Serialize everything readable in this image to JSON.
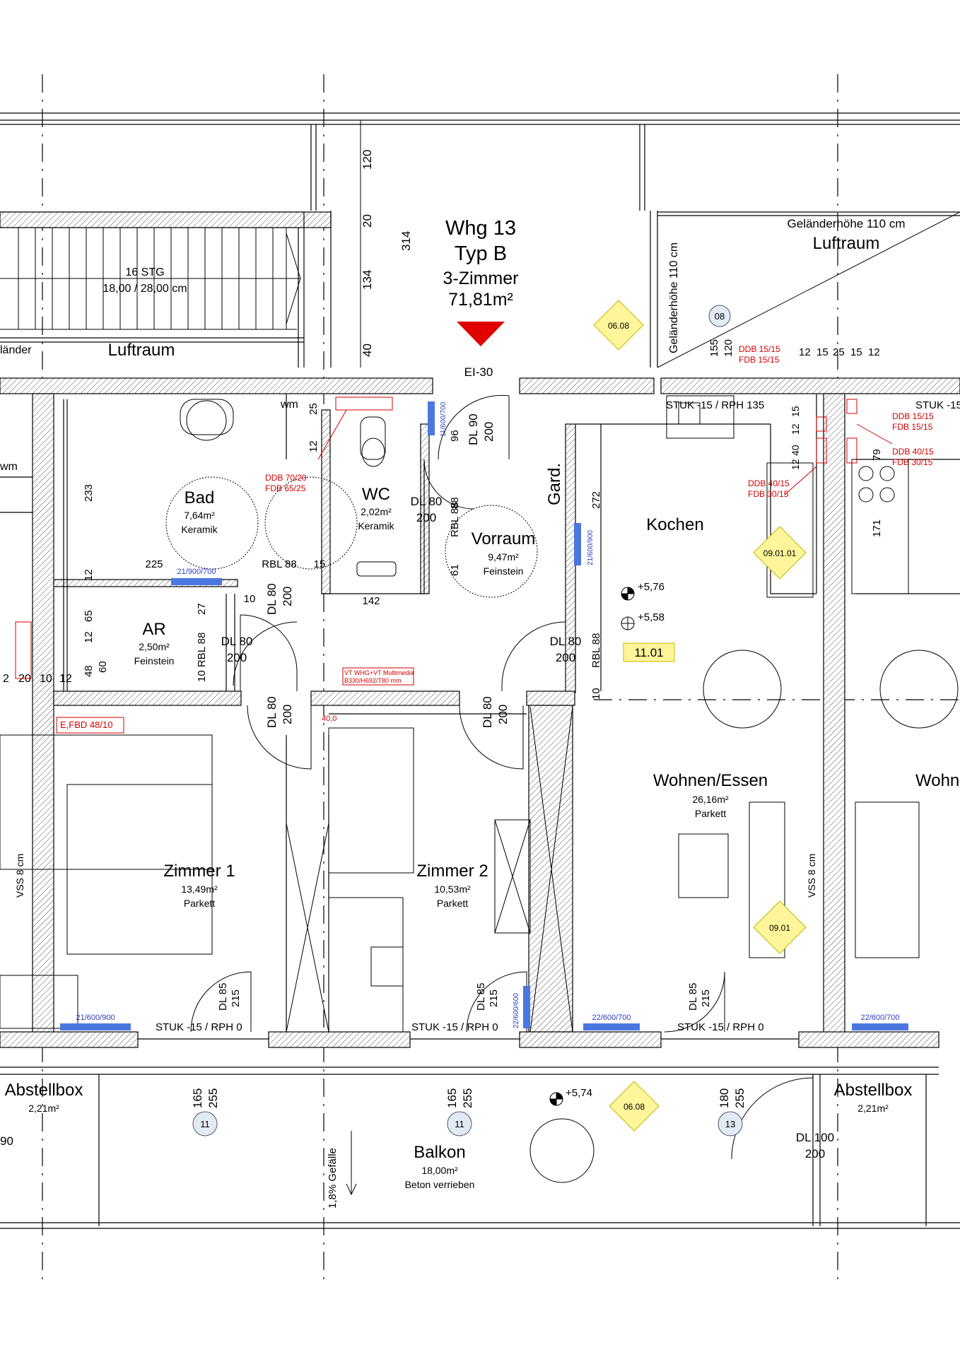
{
  "unit": {
    "name": "Whg 13",
    "type": "Typ B",
    "rooms": "3-Zimmer",
    "area": "71,81m²"
  },
  "rooms": [
    {
      "id": "bad",
      "name": "Bad",
      "area": "7,64m²",
      "floor": "Keramik"
    },
    {
      "id": "wc",
      "name": "WC",
      "area": "2,02m²",
      "floor": "Keramik"
    },
    {
      "id": "vorraum",
      "name": "Vorraum",
      "area": "9,47m²",
      "floor": "Feinstein"
    },
    {
      "id": "ar",
      "name": "AR",
      "area": "2,50m²",
      "floor": "Feinstein"
    },
    {
      "id": "kochen",
      "name": "Kochen",
      "area": "",
      "floor": ""
    },
    {
      "id": "wohnen",
      "name": "Wohnen/Essen",
      "area": "26,16m²",
      "floor": "Parkett"
    },
    {
      "id": "zimmer1",
      "name": "Zimmer 1",
      "area": "13,49m²",
      "floor": "Parkett"
    },
    {
      "id": "zimmer2",
      "name": "Zimmer 2",
      "area": "10,53m²",
      "floor": "Parkett"
    },
    {
      "id": "balkon",
      "name": "Balkon",
      "area": "18,00m²",
      "floor": "Beton verrieben"
    },
    {
      "id": "abstell-left",
      "name": "Abstellbox",
      "area": "2,21m²",
      "floor": ""
    },
    {
      "id": "abstell-right",
      "name": "Abstellbox",
      "area": "2,21m²",
      "floor": ""
    }
  ],
  "labels": {
    "luftraum_left": "Luftraum",
    "luftraum_right": "Luftraum",
    "gelaender_top": "Geländerhöhe 110 cm",
    "gelaender_vertical": "Geländerhöhe 110 cm",
    "gelaender_partial": "länder",
    "stair_count": "16 STG",
    "stair_dims": "18,00 / 28,00 cm",
    "gard": "Gard.",
    "wohn_partial": "Wohn",
    "wm_1": "wm",
    "wm_2": "wm",
    "ei30": "EI-30",
    "gefaelle": "1,8% Gefälle",
    "vss_left": "VSS 8 cm",
    "vss_right": "VSS 8 cm",
    "stuk_kochen": "STUK -15 / RPH  135",
    "stuk_right_top": "STUK -15",
    "stuk_z1": "STUK -15 / RPH  0",
    "stuk_z2": "STUK -15 / RPH  0",
    "stuk_wohnen": "STUK -15 / RPH  0",
    "partial_90": "90"
  },
  "doors": {
    "el_dl90": "DL 90",
    "el_200": "200",
    "wc_dl80": "DL 80",
    "wc_200": "200",
    "bad_dl80": "DL 80",
    "bad_200": "200",
    "ar_dl80": "DL 80",
    "ar_200": "200",
    "kochen_dl80": "DL 80",
    "kochen_200": "200",
    "z1_dl80": "DL 80",
    "z1_200": "200",
    "z2_dl80": "DL 80",
    "z2_200": "200",
    "b1_dl85": "DL 85",
    "b1_215": "215",
    "b2_dl85": "DL 85",
    "b2_215": "215",
    "b3_dl85": "DL 85",
    "b3_215": "215",
    "abstell_dl100": "DL 100",
    "abstell_200": "200"
  },
  "dims": {
    "d120": "120",
    "d20": "20",
    "d134": "134",
    "d40": "40",
    "d314": "314",
    "d96": "96",
    "d233": "233",
    "d225": "225",
    "d12a": "12",
    "d25": "25",
    "d12b": "12",
    "d142": "142",
    "d27": "27",
    "d10a": "10",
    "d12c": "12",
    "d65": "65",
    "d48": "48",
    "d60": "60",
    "d272": "272",
    "d88": "88",
    "d61": "61",
    "d15": "15",
    "d10b": "10",
    "d155": "155",
    "d120b": "120",
    "d171": "171",
    "d79": "79",
    "d2": "2",
    "d20b": "20",
    "d10c": "10",
    "d12d": "12",
    "top_12a": "12",
    "top_15a": "15",
    "top_25": "25",
    "top_15b": "15",
    "top_12b": "12",
    "r15": "15",
    "r12": "12",
    "r40": "40",
    "r12b": "12",
    "sill_1_a": "165",
    "sill_1_b": "255",
    "sill_2_a": "165",
    "sill_2_b": "255",
    "sill_3_a": "180",
    "sill_3_b": "255",
    "rbl_bad": "RBL 88",
    "rbl_wc": "RBL 88",
    "rbl_ar": "10 RBL 88",
    "rbl_kochen": "RBL 88"
  },
  "levels": {
    "l1": "+5,76",
    "l2": "+5,58",
    "l3": "+5,74",
    "tag": "11.01"
  },
  "tags": {
    "t1": "06.08",
    "t2": "09.01.01",
    "t3": "09.01",
    "t4": "06.08"
  },
  "circles": {
    "c1": "08",
    "c2": "11",
    "c3": "11",
    "c4": "13"
  },
  "radiators": {
    "r_bad": "21/900/700",
    "r_wc": "11/600/700",
    "r_vorraum": "21/600/900",
    "r_z1": "21/600/900",
    "r_z2": "22/600/600",
    "r_wohnen": "22/600/700",
    "r_right": "22/600/700"
  },
  "red_notes": {
    "ddb1": "DDB 70/20",
    "fdb1": "FDB 65/25",
    "ddb2": "DDB 15/15",
    "fdb2": "FDB 15/15",
    "ddb3": "DDB 15/15",
    "fdb3": "FDB 15/15",
    "ddb4": "DDB 40/15",
    "fdb4": "FDB 30/15",
    "ddb5": "DDB 40/15",
    "fdb5": "FDB 30/15",
    "efbd": "E,FBD 48/10",
    "vt1": "VT WHG+VT Multimedia",
    "vt2": "B330/H692/T80 mm",
    "n400": "40,0"
  },
  "colors": {
    "wall_hatch": "#777777",
    "red": "#d40000",
    "blue": "#2b3fbf",
    "radiator": "#4a78e0",
    "tag_fill": "#fff59a",
    "tag_stroke": "#c9b800",
    "marker_fill": "#e2ebf4"
  }
}
